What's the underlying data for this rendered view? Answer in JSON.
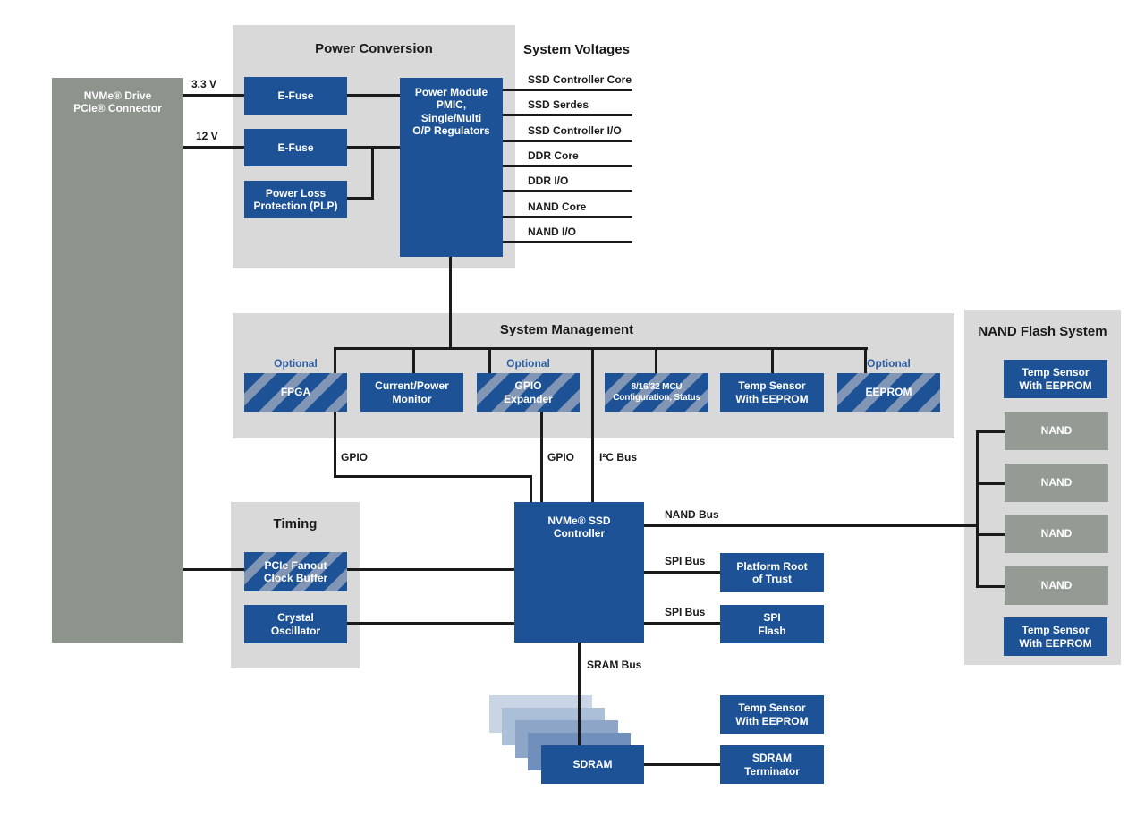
{
  "colors": {
    "block_blue": "#1d5296",
    "hatch_light_stripe": "#8096b4",
    "container_gray": "#d9d9d9",
    "connector_gray": "#8d948c",
    "nand_gray": "#949b94",
    "optional_text_blue": "#2e5fa3",
    "wire_black": "#1a1a1a"
  },
  "connector": {
    "label": "NVMe® Drive\nPCIe® Connector"
  },
  "power_conversion": {
    "title": "Power Conversion",
    "efuse_top": "E-Fuse",
    "efuse_bottom": "E-Fuse",
    "plp": "Power Loss\nProtection (PLP)",
    "power_module": "Power Module\nPMIC,\nSingle/Multi\nO/P Regulators",
    "rail_33": "3.3 V",
    "rail_12": "12 V"
  },
  "system_voltages": {
    "title": "System Voltages",
    "rails": [
      "SSD Controller Core",
      "SSD Serdes",
      "SSD Controller I/O",
      "DDR Core",
      "DDR I/O",
      "NAND Core",
      "NAND I/O"
    ]
  },
  "system_management": {
    "title": "System Management",
    "optional": "Optional",
    "fpga": "FPGA",
    "monitor": "Current/Power\nMonitor",
    "gpio_expander": "GPIO\nExpander",
    "mcu": "8/16/32 MCU\nConfiguration, Status",
    "temp_sensor": "Temp Sensor\nWith EEPROM",
    "eeprom": "EEPROM"
  },
  "buses": {
    "gpio_left": "GPIO",
    "gpio_right": "GPIO",
    "i2c": "I²C Bus",
    "nand": "NAND Bus",
    "spi_top": "SPI Bus",
    "spi_bottom": "SPI Bus",
    "sram": "SRAM Bus"
  },
  "timing": {
    "title": "Timing",
    "clock_buffer": "PCIe Fanout\nClock Buffer",
    "crystal": "Crystal\nOscillator"
  },
  "controller": {
    "label": "NVMe® SSD\nController"
  },
  "security": {
    "root_of_trust": "Platform Root\nof Trust",
    "spi_flash": "SPI\nFlash"
  },
  "nand_flash_system": {
    "title": "NAND Flash System",
    "temp_top": "Temp Sensor\nWith EEPROM",
    "nand_chips": [
      "NAND",
      "NAND",
      "NAND",
      "NAND"
    ],
    "temp_bottom": "Temp Sensor\nWith EEPROM"
  },
  "sdram_section": {
    "sdram": "SDRAM",
    "temp_sensor": "Temp Sensor\nWith EEPROM",
    "terminator": "SDRAM\nTerminator"
  }
}
